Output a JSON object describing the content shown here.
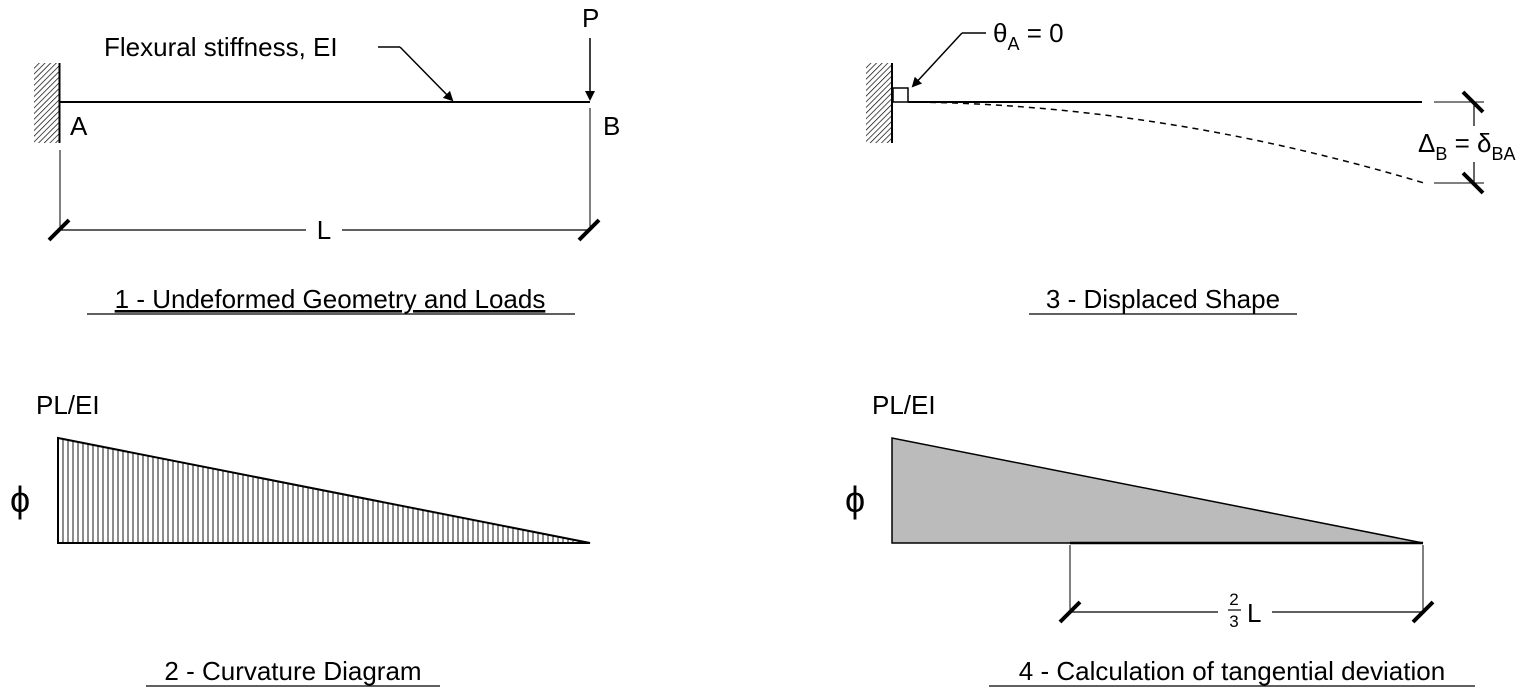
{
  "panel1": {
    "caption": "1 - Undeformed Geometry and Loads",
    "stiffness_label": "Flexural stiffness, EI",
    "load_label": "P",
    "point_a": "A",
    "point_b": "B",
    "length_label": "L"
  },
  "panel2": {
    "caption": "2 - Curvature Diagram",
    "peak_label": "PL/EI",
    "axis_symbol": "ϕ"
  },
  "panel3": {
    "caption": "3 - Displaced Shape",
    "theta_main": "θ",
    "theta_sub": "A",
    "theta_rest": " = 0",
    "delta_main": "Δ",
    "delta_sub": "B",
    "delta_eq": " = δ",
    "delta_sub2": "BA"
  },
  "panel4": {
    "caption": "4 - Calculation of tangential deviation",
    "peak_label": "PL/EI",
    "axis_symbol": "ϕ",
    "frac_num": "2",
    "frac_den": "3",
    "length_label": "L"
  },
  "colors": {
    "line": "#000000",
    "fill": "#bbbbbb"
  }
}
